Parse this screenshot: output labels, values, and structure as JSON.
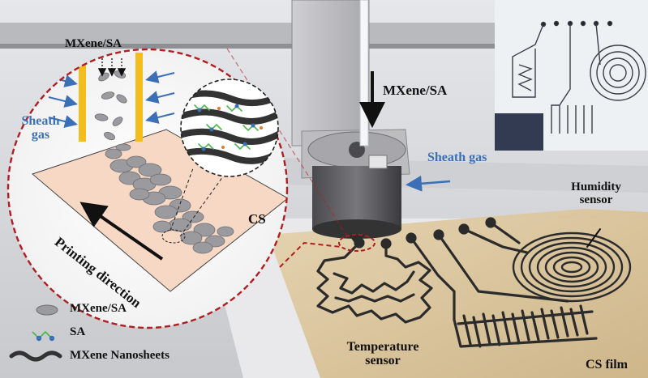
{
  "labels": {
    "mxene_sa_top": "MXene/SA",
    "sheath_gas_left": "Sheath\ngas",
    "cs": "CS",
    "printing_direction": "Printing direction",
    "mxene_sa_nozzle": "MXene/SA",
    "sheath_gas_right": "Sheath gas",
    "humidity_sensor": "Humidity\nsensor",
    "temperature_sensor": "Temperature\nsensor",
    "cs_film": "CS film"
  },
  "legend": [
    {
      "icon": "mxene-sa-particle-icon",
      "label": "MXene/SA"
    },
    {
      "icon": "sa-molecule-icon",
      "label": "SA"
    },
    {
      "icon": "mxene-nanosheet-icon",
      "label": "MXene Nanosheets"
    }
  ],
  "colors": {
    "accent_red": "#b01e23",
    "arrow_blue": "#3b6fb6",
    "sheath_bar_yellow": "#f2bd1d",
    "substrate_peach": "#f7d8c4",
    "film_tan": "#d9c39a",
    "trace_dark": "#2b2b2b"
  }
}
